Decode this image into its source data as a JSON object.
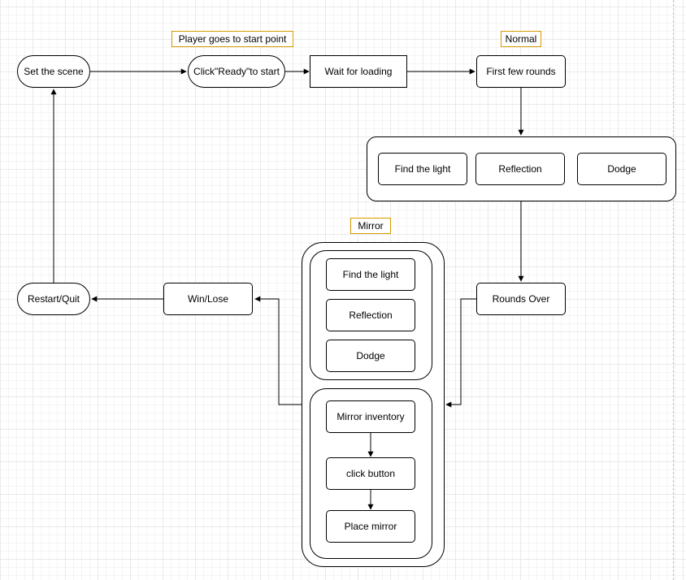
{
  "labels": {
    "player_start": "Player goes to start point",
    "normal": "Normal",
    "mirror": "Mirror"
  },
  "nodes": {
    "set_scene": "Set the scene",
    "click_ready": "Click\"Ready\"to start",
    "wait_loading": "Wait for loading",
    "first_rounds": "First few rounds",
    "restart_quit": "Restart/Quit",
    "win_lose": "Win/Lose",
    "rounds_over": "Rounds Over"
  },
  "normal_group": {
    "find_light": "Find the light",
    "reflection": "Reflection",
    "dodge": "Dodge"
  },
  "mirror_group": {
    "find_light": "Find the light",
    "reflection": "Reflection",
    "dodge": "Dodge",
    "mirror_inventory": "Mirror inventory",
    "click_button": "click button",
    "place_mirror": "Place mirror"
  },
  "colors": {
    "label_border": "#d79b00",
    "stroke": "#000000",
    "grid": "#e9e9e9"
  }
}
